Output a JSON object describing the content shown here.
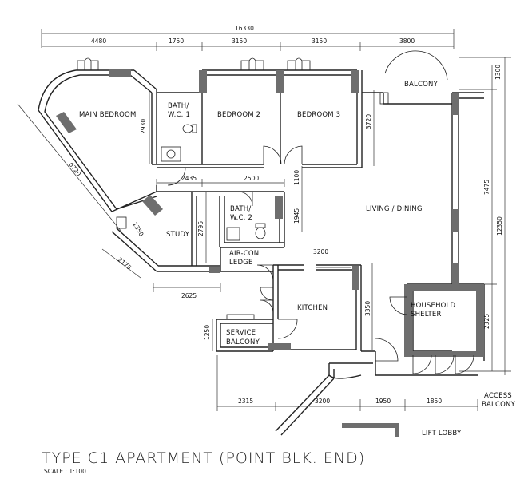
{
  "drawing": {
    "title": "TYPE C1 APARTMENT (POINT BLK. END)",
    "scale": "SCALE : 1:100"
  },
  "rooms": {
    "main_bedroom": "MAIN BEDROOM",
    "bath_wc1_line1": "BATH/",
    "bath_wc1_line2": "W.C. 1",
    "bedroom2": "BEDROOM 2",
    "bedroom3": "BEDROOM 3",
    "balcony": "BALCONY",
    "bath_wc2_line1": "BATH/",
    "bath_wc2_line2": "W.C. 2",
    "study": "STUDY",
    "aircon_line1": "AIR-CON",
    "aircon_line2": "LEDGE",
    "living_dining": "LIVING / DINING",
    "kitchen": "KITCHEN",
    "household_line1": "HOUSEHOLD",
    "household_line2": "SHELTER",
    "service_line1": "SERVICE",
    "service_line2": "BALCONY",
    "access_line1": "ACCESS",
    "access_line2": "BALCONY",
    "lift_lobby": "LIFT LOBBY"
  },
  "dimensions": {
    "overall_width": "16330",
    "top_4480": "4480",
    "top_1750": "1750",
    "top_3150_a": "3150",
    "top_3150_b": "3150",
    "top_3800": "3800",
    "right_1300": "1300",
    "right_7475": "7475",
    "right_12350": "12350",
    "right_2325": "2325",
    "bath1_2930": "2930",
    "bed3_3720": "3720",
    "main_6720": "6720",
    "mid_2435": "2435",
    "mid_2500": "2500",
    "mid_1100": "1100",
    "mid_1945": "1945",
    "study_2795": "2795",
    "study_1350": "1350",
    "study_2175": "2175",
    "kitchen_3200": "3200",
    "kitchen_3350": "3350",
    "study_2625": "2625",
    "service_1250": "1250",
    "bottom_2315": "2315",
    "bottom_3200": "3200",
    "bottom_1950": "1950",
    "bottom_1850": "1850"
  }
}
